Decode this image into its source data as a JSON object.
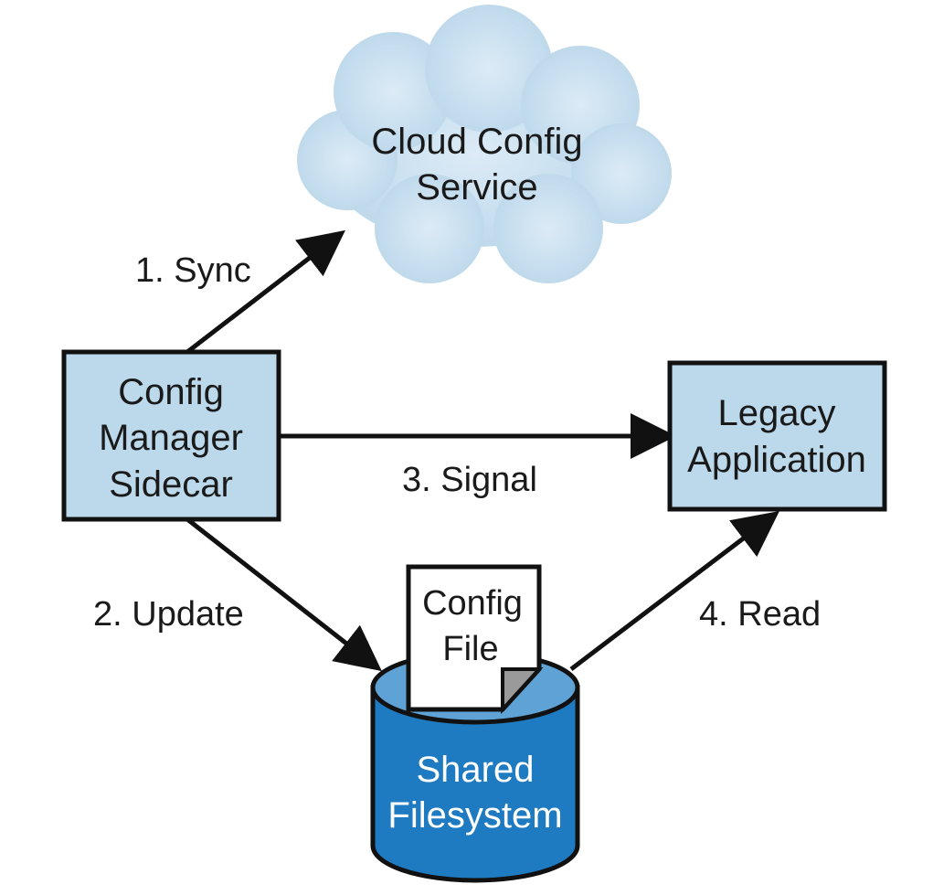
{
  "diagram": {
    "cloud": {
      "lines": [
        "Cloud Config",
        "Service"
      ]
    },
    "sidecar": {
      "lines": [
        "Config",
        "Manager",
        "Sidecar"
      ]
    },
    "legacy_app": {
      "lines": [
        "Legacy",
        "Application"
      ]
    },
    "config_file": {
      "lines": [
        "Config",
        "File"
      ]
    },
    "shared_fs": {
      "lines": [
        "Shared",
        "Filesystem"
      ]
    },
    "edges": {
      "sync": "1. Sync",
      "update": "2. Update",
      "signal": "3. Signal",
      "read": "4. Read"
    },
    "colors": {
      "box_fill": "#bcd9ec",
      "cloud_fill": "#cfe4f2",
      "cylinder_body": "#1f7bc1",
      "cylinder_top": "#5fa3d6",
      "outline": "#111111"
    }
  }
}
